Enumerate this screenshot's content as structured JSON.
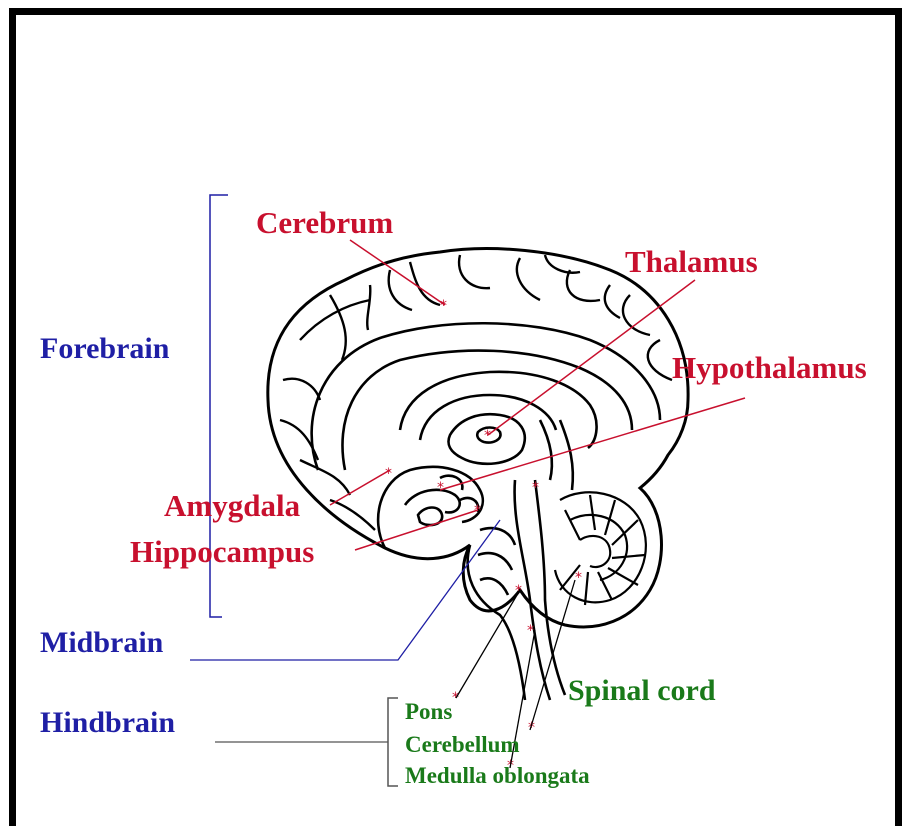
{
  "labels": {
    "cerebrum": "Cerebrum",
    "thalamus": "Thalamus",
    "hypothalamus": "Hypothalamus",
    "amygdala": "Amygdala",
    "hippocampus": "Hippocampus",
    "forebrain": "Forebrain",
    "midbrain": "Midbrain",
    "hindbrain": "Hindbrain",
    "spinal_cord": "Spinal cord",
    "pons": "Pons",
    "cerebellum": "Cerebellum",
    "medulla": "Medulla oblongata"
  },
  "colors": {
    "structure_labels": "#c8102e",
    "division_labels": "#1f1fa5",
    "hindbrain_labels": "#1a7a1a",
    "outline": "#000000"
  }
}
